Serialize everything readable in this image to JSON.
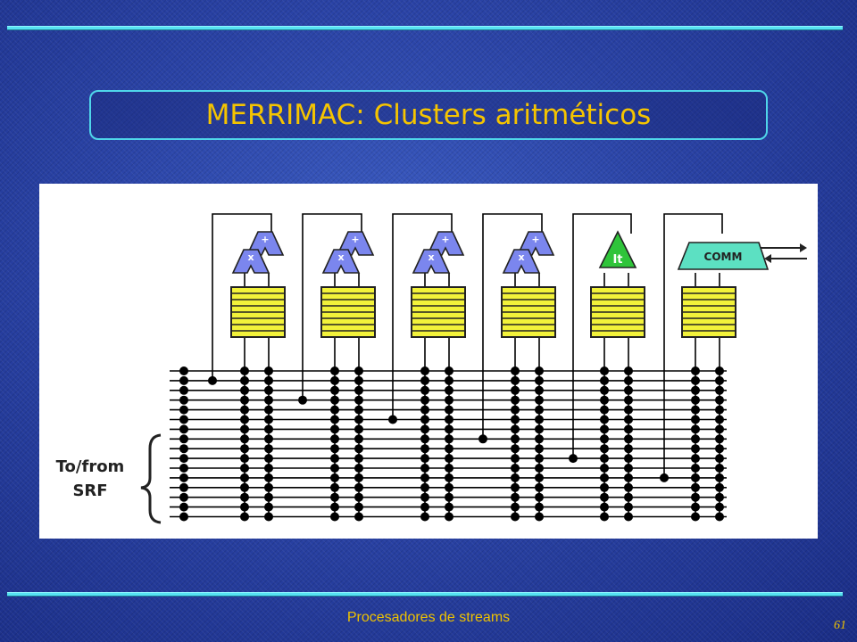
{
  "slide": {
    "title": "MERRIMAC: Clusters aritméticos",
    "footer": "Procesadores de streams",
    "page_number": "61"
  },
  "figure": {
    "srf_label_line1": "To/from",
    "srf_label_line2": "SRF",
    "fpu_add_symbol": "+",
    "fpu_mul_symbol": "x",
    "it_unit_label": "It",
    "comm_unit_label": "COMM",
    "colors": {
      "fpu_fill": "#7b86ee",
      "regfile_fill": "#f2f23a",
      "it_fill": "#2fc43a",
      "comm_fill": "#5ce0c2",
      "bus_line": "#000000"
    }
  },
  "theme": {
    "title_color": "#f5c400",
    "rule_color": "#56e2f2"
  }
}
